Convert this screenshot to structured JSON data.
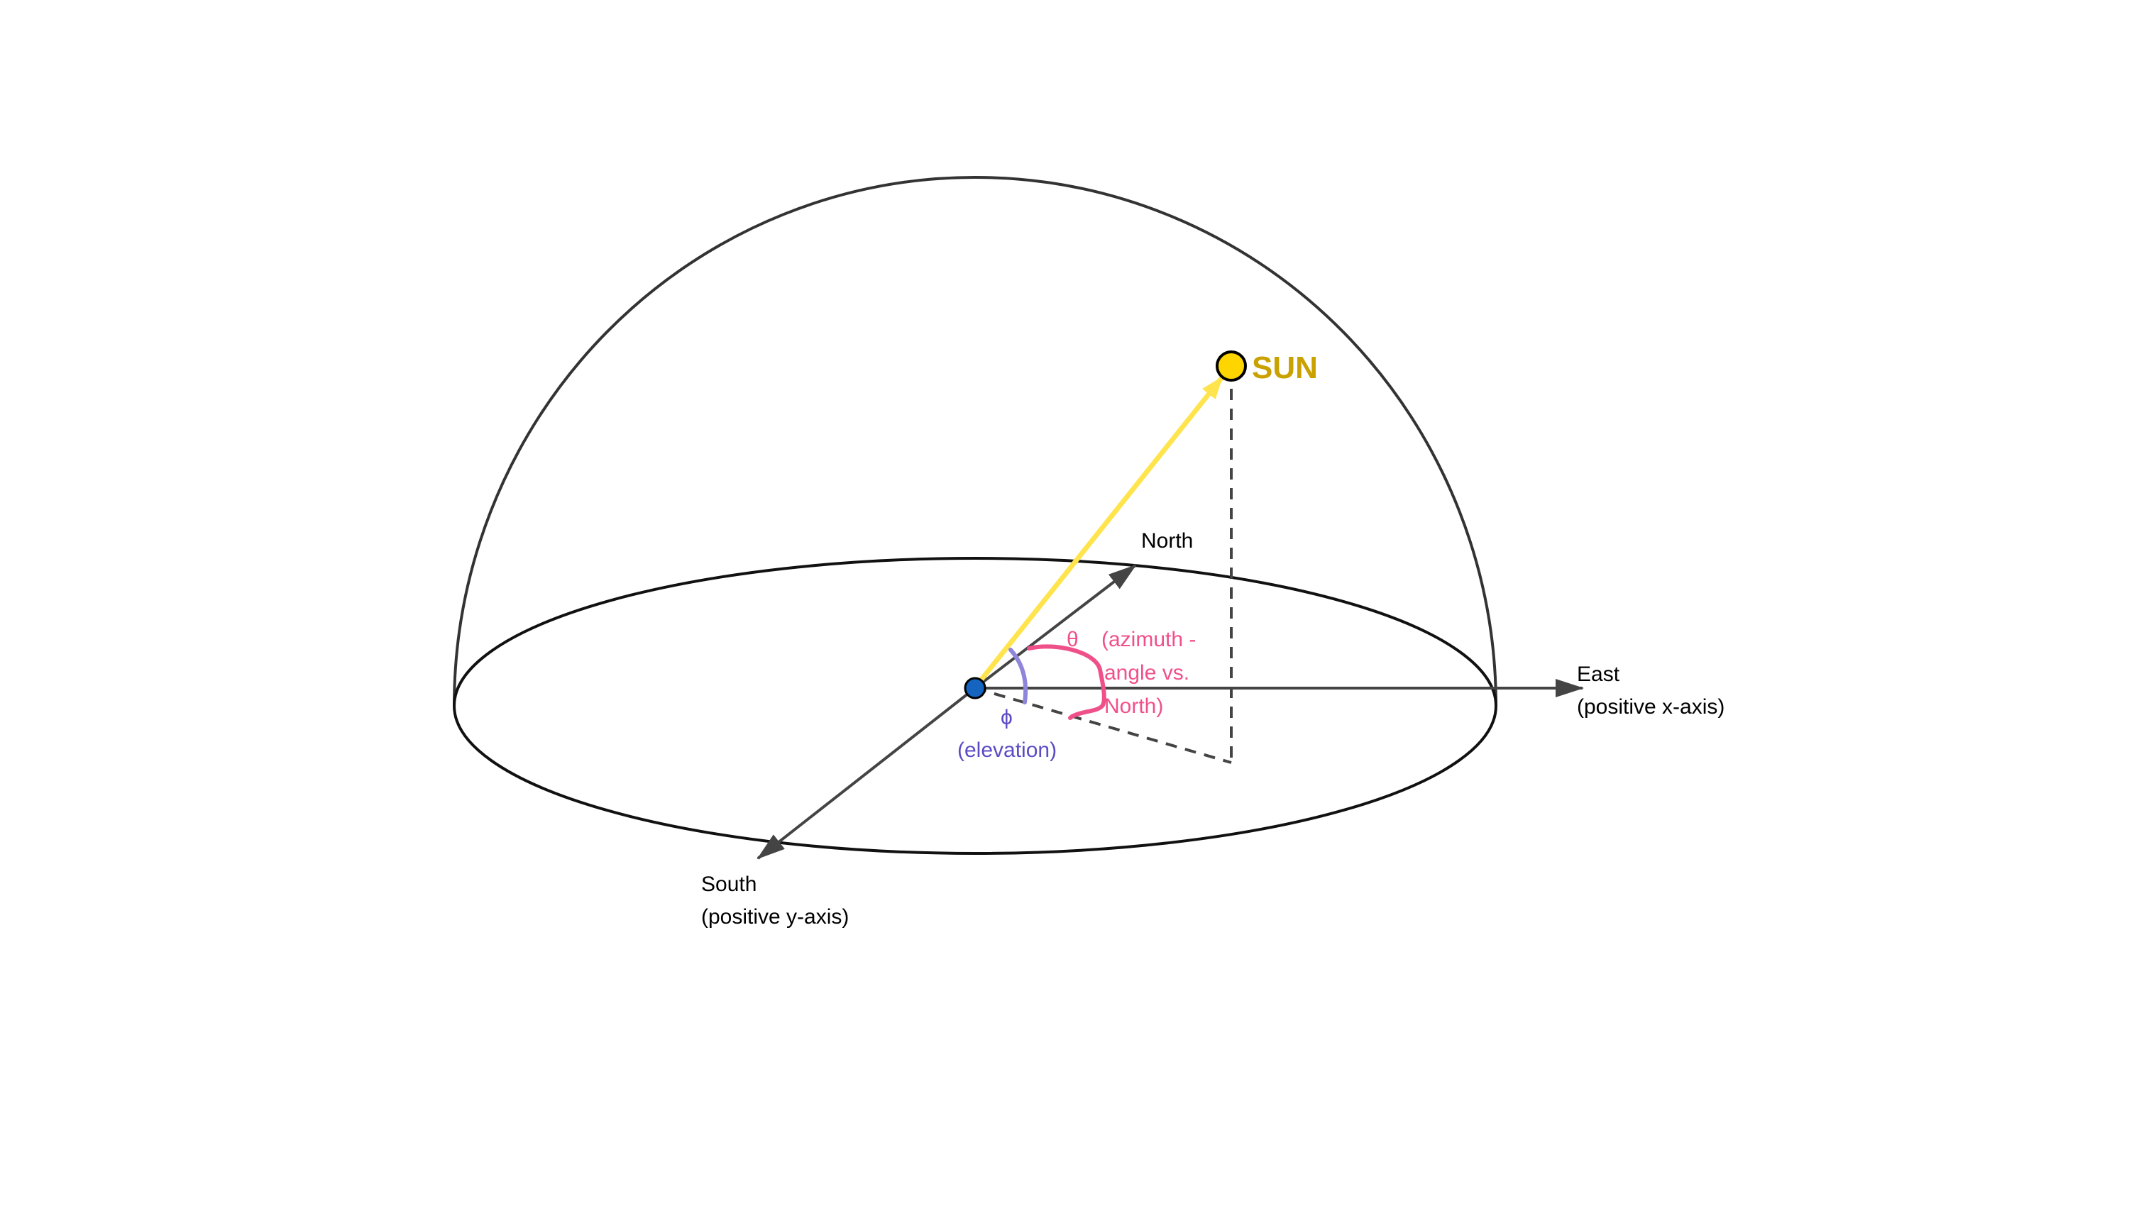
{
  "colors": {
    "sun_fill": "#FFD500",
    "sun_text": "#C9A100",
    "sun_vector": "#FFE44D",
    "axis": "#444444",
    "outline": "#333333",
    "azimuth": "#F0508A",
    "elevation": "#5B4BC4",
    "observer": "#1565C0"
  },
  "labels": {
    "sun": "SUN",
    "north": "North",
    "east": "East",
    "east_sub": "(positive x-axis)",
    "south": "South",
    "south_sub": "(positive y-axis)",
    "theta_symbol": "θ",
    "azimuth_line1": "(azimuth -",
    "azimuth_line2": "angle vs.",
    "azimuth_line3": "North)",
    "phi_symbol": "ϕ",
    "elevation_text": "(elevation)"
  }
}
